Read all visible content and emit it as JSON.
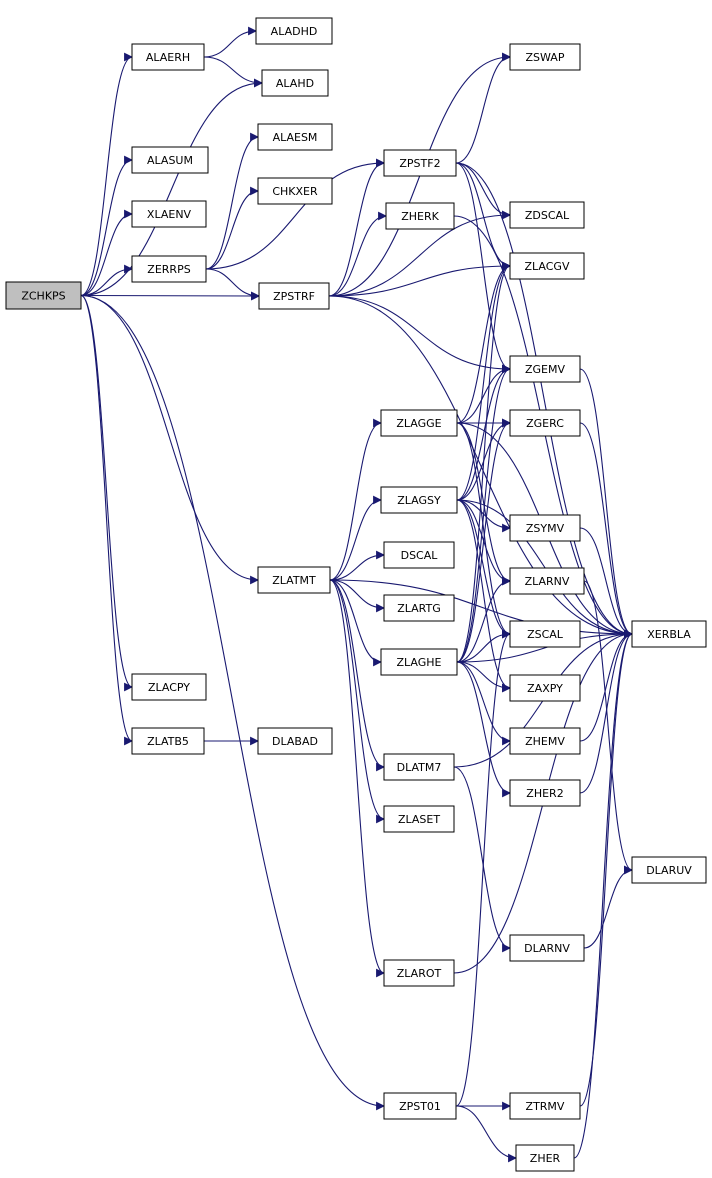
{
  "graph": {
    "root": "ZCHKPS",
    "colors": {
      "edge": "#191970",
      "root_fill": "#bfbfbf",
      "node_fill": "#ffffff",
      "node_stroke": "#000000"
    },
    "nodes": [
      {
        "id": "ZCHKPS",
        "label": "ZCHKPS"
      },
      {
        "id": "ALAERH",
        "label": "ALAERH"
      },
      {
        "id": "ALADHD",
        "label": "ALADHD"
      },
      {
        "id": "ALAHD",
        "label": "ALAHD"
      },
      {
        "id": "ALASUM",
        "label": "ALASUM"
      },
      {
        "id": "ALAESM",
        "label": "ALAESM"
      },
      {
        "id": "CHKXER",
        "label": "CHKXER"
      },
      {
        "id": "XLAENV",
        "label": "XLAENV"
      },
      {
        "id": "ZERRPS",
        "label": "ZERRPS"
      },
      {
        "id": "ZPSTRF",
        "label": "ZPSTRF"
      },
      {
        "id": "ZSWAP",
        "label": "ZSWAP"
      },
      {
        "id": "ZPSTF2",
        "label": "ZPSTF2"
      },
      {
        "id": "ZHERK",
        "label": "ZHERK"
      },
      {
        "id": "ZDSCAL",
        "label": "ZDSCAL"
      },
      {
        "id": "ZLACGV",
        "label": "ZLACGV"
      },
      {
        "id": "ZGEMV",
        "label": "ZGEMV"
      },
      {
        "id": "ZLAGGE",
        "label": "ZLAGGE"
      },
      {
        "id": "ZGERC",
        "label": "ZGERC"
      },
      {
        "id": "ZLAGSY",
        "label": "ZLAGSY"
      },
      {
        "id": "ZSYMV",
        "label": "ZSYMV"
      },
      {
        "id": "DSCAL",
        "label": "DSCAL"
      },
      {
        "id": "ZLATMT",
        "label": "ZLATMT"
      },
      {
        "id": "ZLARNV",
        "label": "ZLARNV"
      },
      {
        "id": "ZLARTG",
        "label": "ZLARTG"
      },
      {
        "id": "XERBLA",
        "label": "XERBLA"
      },
      {
        "id": "ZSCAL",
        "label": "ZSCAL"
      },
      {
        "id": "ZLAGHE",
        "label": "ZLAGHE"
      },
      {
        "id": "ZAXPY",
        "label": "ZAXPY"
      },
      {
        "id": "ZLACPY",
        "label": "ZLACPY"
      },
      {
        "id": "ZHEMV",
        "label": "ZHEMV"
      },
      {
        "id": "ZLATB5",
        "label": "ZLATB5"
      },
      {
        "id": "DLABAD",
        "label": "DLABAD"
      },
      {
        "id": "DLATM7",
        "label": "DLATM7"
      },
      {
        "id": "ZHER2",
        "label": "ZHER2"
      },
      {
        "id": "ZLASET",
        "label": "ZLASET"
      },
      {
        "id": "DLARUV",
        "label": "DLARUV"
      },
      {
        "id": "DLARNV",
        "label": "DLARNV"
      },
      {
        "id": "ZLAROT",
        "label": "ZLAROT"
      },
      {
        "id": "ZPST01",
        "label": "ZPST01"
      },
      {
        "id": "ZTRMV",
        "label": "ZTRMV"
      },
      {
        "id": "ZHER",
        "label": "ZHER"
      }
    ],
    "edges": [
      [
        "ZCHKPS",
        "ALAERH"
      ],
      [
        "ZCHKPS",
        "ALAHD"
      ],
      [
        "ZCHKPS",
        "ALASUM"
      ],
      [
        "ZCHKPS",
        "XLAENV"
      ],
      [
        "ZCHKPS",
        "ZERRPS"
      ],
      [
        "ZCHKPS",
        "ZPSTRF"
      ],
      [
        "ZCHKPS",
        "ZLATMT"
      ],
      [
        "ZCHKPS",
        "ZLACPY"
      ],
      [
        "ZCHKPS",
        "ZLATB5"
      ],
      [
        "ZCHKPS",
        "ZPST01"
      ],
      [
        "ALAERH",
        "ALADHD"
      ],
      [
        "ALAERH",
        "ALAHD"
      ],
      [
        "ZERRPS",
        "ALAESM"
      ],
      [
        "ZERRPS",
        "CHKXER"
      ],
      [
        "ZERRPS",
        "ZPSTF2"
      ],
      [
        "ZERRPS",
        "ZPSTRF"
      ],
      [
        "ZPSTRF",
        "ZSWAP"
      ],
      [
        "ZPSTRF",
        "XERBLA"
      ],
      [
        "ZPSTRF",
        "ZPSTF2"
      ],
      [
        "ZPSTRF",
        "ZHERK"
      ],
      [
        "ZPSTRF",
        "ZDSCAL"
      ],
      [
        "ZPSTRF",
        "ZLACGV"
      ],
      [
        "ZPSTRF",
        "ZGEMV"
      ],
      [
        "ZPSTF2",
        "ZSWAP"
      ],
      [
        "ZPSTF2",
        "XERBLA"
      ],
      [
        "ZPSTF2",
        "ZDSCAL"
      ],
      [
        "ZPSTF2",
        "ZLACGV"
      ],
      [
        "ZPSTF2",
        "ZGEMV"
      ],
      [
        "ZHERK",
        "XERBLA"
      ],
      [
        "ZLATMT",
        "ZLAGGE"
      ],
      [
        "ZLATMT",
        "ZLAGSY"
      ],
      [
        "ZLATMT",
        "DSCAL"
      ],
      [
        "ZLATMT",
        "ZLARTG"
      ],
      [
        "ZLATMT",
        "ZLAGHE"
      ],
      [
        "ZLATMT",
        "DLATM7"
      ],
      [
        "ZLATMT",
        "ZLASET"
      ],
      [
        "ZLATMT",
        "ZLAROT"
      ],
      [
        "ZLATMT",
        "XERBLA"
      ],
      [
        "ZLAGGE",
        "ZLACGV"
      ],
      [
        "ZLAGGE",
        "ZGEMV"
      ],
      [
        "ZLAGGE",
        "ZGERC"
      ],
      [
        "ZLAGGE",
        "XERBLA"
      ],
      [
        "ZLAGGE",
        "ZLARNV"
      ],
      [
        "ZLAGGE",
        "ZSCAL"
      ],
      [
        "ZLAGSY",
        "ZLACGV"
      ],
      [
        "ZLAGSY",
        "ZGEMV"
      ],
      [
        "ZLAGSY",
        "ZGERC"
      ],
      [
        "ZLAGSY",
        "ZSYMV"
      ],
      [
        "ZLAGSY",
        "XERBLA"
      ],
      [
        "ZLAGSY",
        "ZLARNV"
      ],
      [
        "ZLAGSY",
        "ZSCAL"
      ],
      [
        "ZLAGSY",
        "ZAXPY"
      ],
      [
        "ZLAGHE",
        "ZLACGV"
      ],
      [
        "ZLAGHE",
        "ZGEMV"
      ],
      [
        "ZLAGHE",
        "ZGERC"
      ],
      [
        "ZLAGHE",
        "XERBLA"
      ],
      [
        "ZLAGHE",
        "ZLARNV"
      ],
      [
        "ZLAGHE",
        "ZSCAL"
      ],
      [
        "ZLAGHE",
        "ZAXPY"
      ],
      [
        "ZLAGHE",
        "ZHEMV"
      ],
      [
        "ZLAGHE",
        "ZHER2"
      ],
      [
        "ZGEMV",
        "XERBLA"
      ],
      [
        "ZGERC",
        "XERBLA"
      ],
      [
        "ZSYMV",
        "XERBLA"
      ],
      [
        "ZHEMV",
        "XERBLA"
      ],
      [
        "ZHER2",
        "XERBLA"
      ],
      [
        "ZLARNV",
        "DLARUV"
      ],
      [
        "DLARNV",
        "DLARUV"
      ],
      [
        "DLATM7",
        "XERBLA"
      ],
      [
        "DLATM7",
        "DLARNV"
      ],
      [
        "ZLAROT",
        "XERBLA"
      ],
      [
        "ZLATB5",
        "DLABAD"
      ],
      [
        "ZPST01",
        "ZSCAL"
      ],
      [
        "ZPST01",
        "ZTRMV"
      ],
      [
        "ZPST01",
        "ZHER"
      ],
      [
        "ZTRMV",
        "XERBLA"
      ],
      [
        "ZHER",
        "XERBLA"
      ]
    ]
  }
}
